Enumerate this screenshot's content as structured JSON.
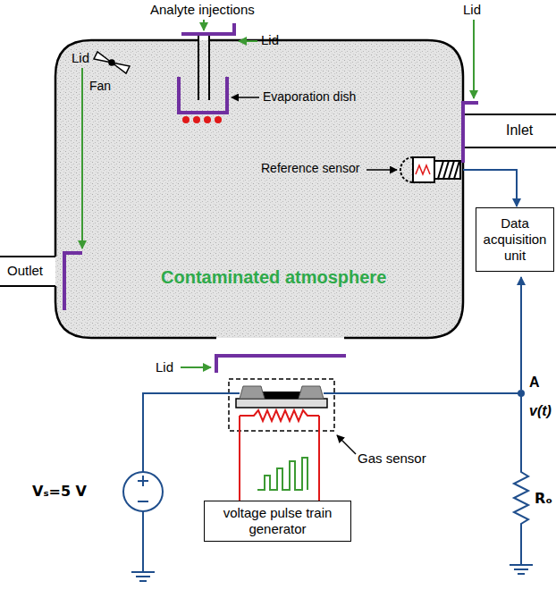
{
  "diagram": {
    "nodes": [
      {
        "text": [
          "Contaminated atmosphere"
        ]
      },
      {
        "text": [
          "Data acquisition unit"
        ]
      },
      {
        "text": [
          "voltage pulse train generator"
        ]
      }
    ],
    "edges": [
      {
        "from": 0,
        "to": 1,
        "arrow": "to"
      }
    ],
    "labels": [
      "Analyte injections",
      "Lid",
      "Lid",
      "Lid",
      "Fan",
      "Evaporation dish",
      "Inlet",
      "Reference sensor",
      "Outlet",
      "Lid",
      "A",
      "v(t)",
      "Gas sensor",
      "Vₛ=5 V",
      "Rₒ"
    ]
  }
}
